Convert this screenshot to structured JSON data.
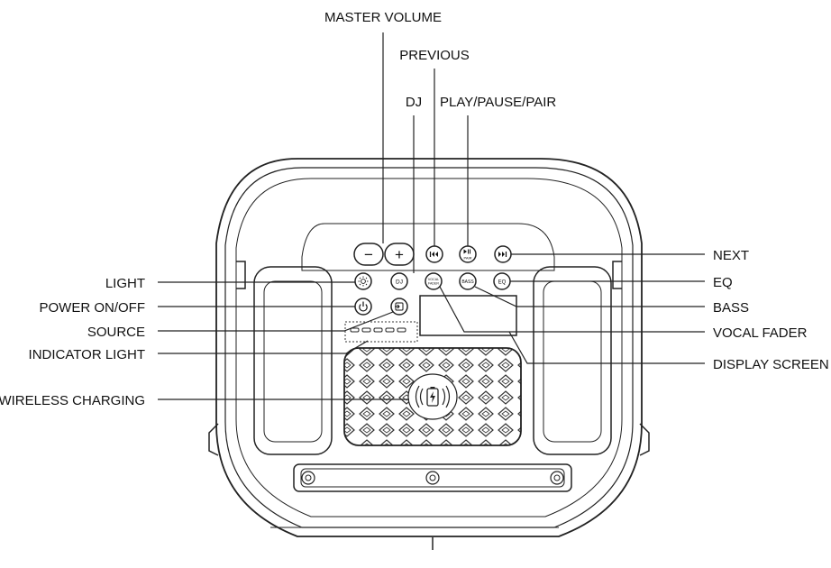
{
  "callouts": {
    "master_volume": "MASTER VOLUME",
    "previous": "PREVIOUS",
    "dj": "DJ",
    "play_pause_pair": "PLAY/PAUSE/PAIR",
    "next": "NEXT",
    "eq": "EQ",
    "bass": "BASS",
    "vocal_fader": "VOCAL FADER",
    "display_screen": "DISPLAY SCREEN",
    "light": "LIGHT",
    "power_on_off": "POWER ON/OFF",
    "source": "SOURCE",
    "indicator_light": "INDICATOR LIGHT",
    "wireless_charging": "WIRELESS CHARGING"
  },
  "buttons": {
    "volume_down": "−",
    "volume_up": "+",
    "dj": "DJ",
    "play_pause": "PAIR",
    "eq": "EQ",
    "bass": "BASS",
    "vocal_fader_line1": "VOCAL",
    "vocal_fader_line2": "FADER"
  },
  "icons": [
    "minus-icon",
    "plus-icon",
    "previous-icon",
    "play-pause-icon",
    "next-icon",
    "light-icon",
    "power-icon",
    "source-icon",
    "wireless-charging-icon",
    "battery-icon"
  ]
}
